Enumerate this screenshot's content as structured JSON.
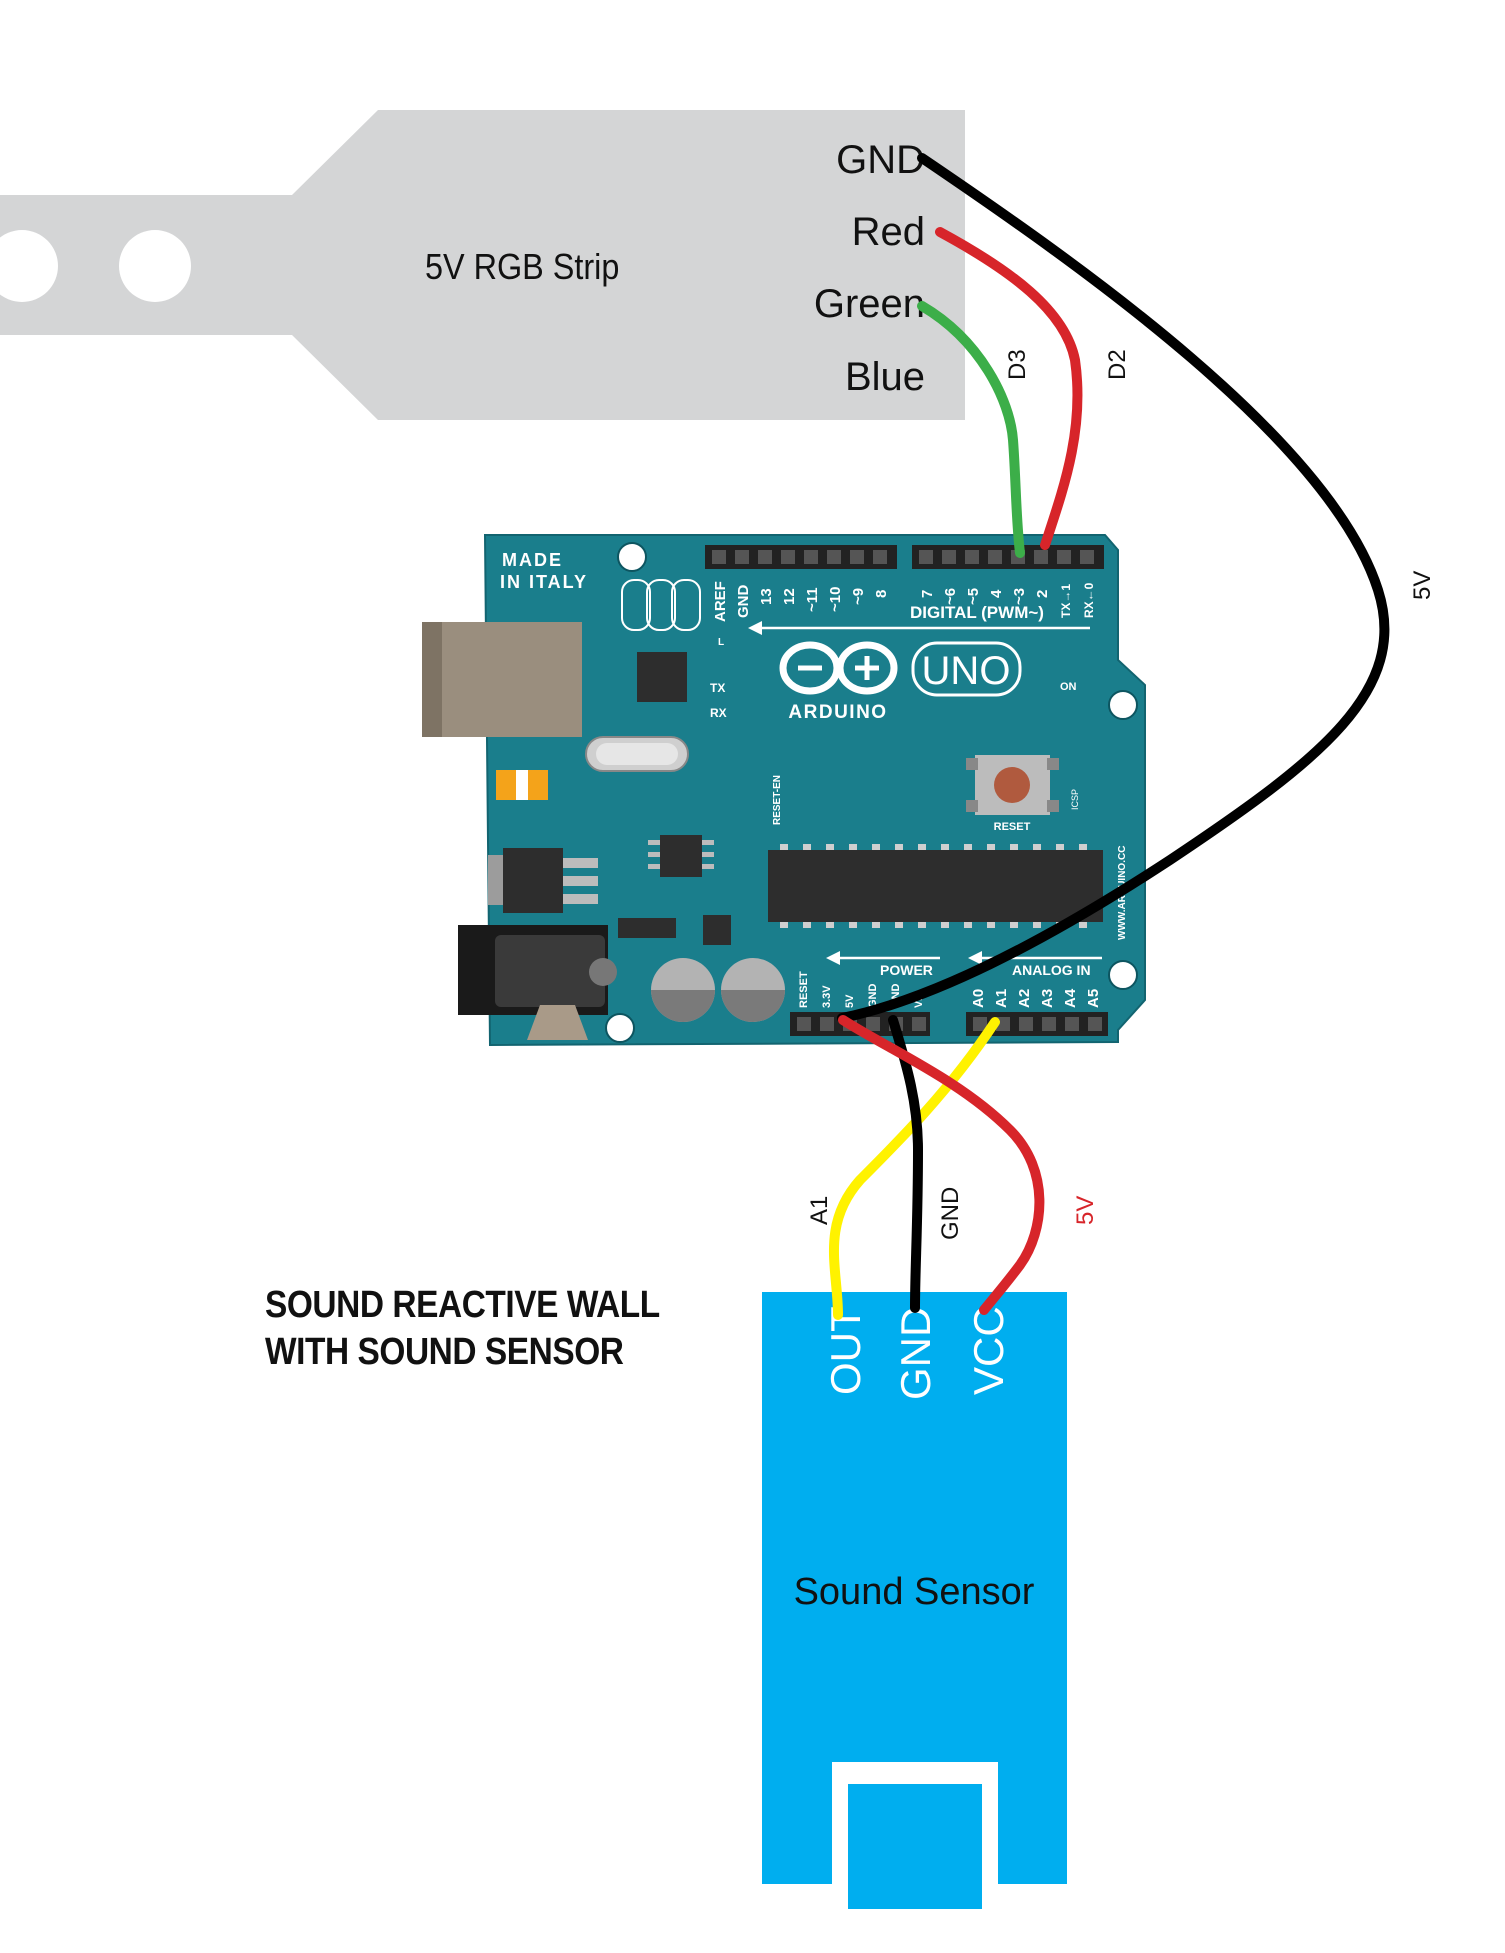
{
  "title": {
    "line1": "SOUND REACTIVE WALL",
    "line2": "WITH SOUND SENSOR"
  },
  "rgb_strip": {
    "label": "5V RGB Strip",
    "pins": [
      "GND",
      "Red",
      "Green",
      "Blue"
    ],
    "color": "#d4d5d6"
  },
  "arduino": {
    "made_in": [
      "MADE",
      "IN ITALY"
    ],
    "model": "UNO",
    "brand": "ARDUINO",
    "digital_label": "DIGITAL (PWM~)",
    "digital_pins": [
      "AREF",
      "GND",
      "13",
      "12",
      "~11",
      "~10",
      "~9",
      "8",
      "7",
      "~6",
      "~5",
      "4",
      "~3",
      "2",
      "TX→1",
      "RX←0"
    ],
    "analog_label": "ANALOG IN",
    "analog_pins": [
      "A0",
      "A1",
      "A2",
      "A3",
      "A4",
      "A5"
    ],
    "power_label": "POWER",
    "power_pins": [
      "RESET",
      "3.3V",
      "5V",
      "GND",
      "GND",
      "Vin"
    ],
    "tx": "TX",
    "rx": "RX",
    "l": "L",
    "on": "ON",
    "reset": "RESET",
    "reset_en": "RESET-EN",
    "icsp": "ICSP",
    "url": "WWW.ARDUINO.CC",
    "color": "#1a7e8c"
  },
  "sound_sensor": {
    "label": "Sound Sensor",
    "pins": [
      "OUT",
      "GND",
      "VCC"
    ],
    "color": "#00aeef"
  },
  "wire_labels": {
    "d3": "D3",
    "d2": "D2",
    "v5_right": "5V",
    "a1": "A1",
    "gnd": "GND",
    "v5_bottom": "5V"
  },
  "wire_colors": {
    "black": "#000000",
    "red": "#d7252a",
    "green": "#3cae49",
    "yellow": "#fff200"
  }
}
